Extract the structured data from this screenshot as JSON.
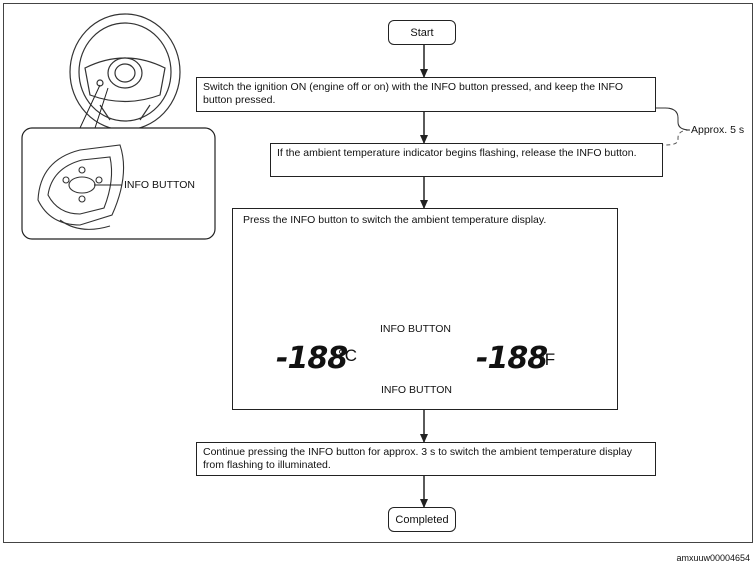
{
  "flow": {
    "start": "Start",
    "step1": "Switch the ignition ON (engine off or on) with the INFO button pressed, and keep the INFO button pressed.",
    "approx": "Approx. 5 s",
    "step2": "If the ambient temperature indicator begins flashing, release the INFO button.",
    "step3": "Press the INFO button to switch the ambient temperature display.",
    "step4": "Continue pressing the INFO button for approx. 3 s to switch the ambient temperature display from flashing to illuminated.",
    "end": "Completed"
  },
  "callout": {
    "label": "INFO BUTTON"
  },
  "display": {
    "reading_c": "-188",
    "unit_c": "°C",
    "reading_f": "-188",
    "unit_f": "°F",
    "top_label": "INFO BUTTON",
    "bottom_label": "INFO BUTTON"
  },
  "ref": "amxuuw00004654"
}
